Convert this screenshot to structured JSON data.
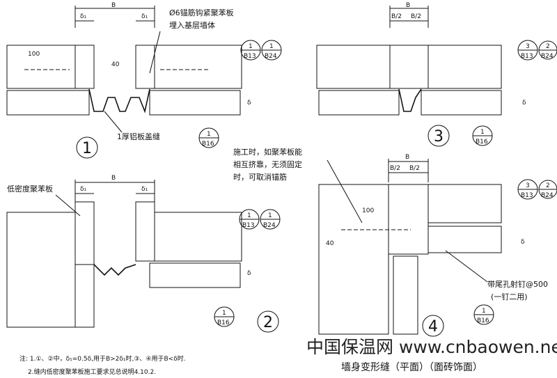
{
  "dimensions": {
    "B": "B",
    "delta1": "δ₁",
    "half_B": "B/2",
    "delta": "δ",
    "d100": "100",
    "d40": "40"
  },
  "detail1": {
    "number": "1",
    "anchor_note_1": "Ø6锚筋钩紧聚苯板",
    "anchor_note_2": "埋入基层墙体",
    "cover_note": "1厚铝板盖缝",
    "refs": [
      {
        "top": "1",
        "bottom": "B13"
      },
      {
        "top": "1",
        "bottom": "B24"
      },
      {
        "top": "1",
        "bottom": "B16"
      }
    ]
  },
  "detail2": {
    "number": "2",
    "board_note": "低密度聚苯板",
    "refs": [
      {
        "top": "1",
        "bottom": "B13"
      },
      {
        "top": "1",
        "bottom": "B24"
      },
      {
        "top": "1",
        "bottom": "B16"
      }
    ]
  },
  "detail3": {
    "number": "3",
    "refs": [
      {
        "top": "3",
        "bottom": "B13"
      },
      {
        "top": "2",
        "bottom": "B24"
      },
      {
        "top": "1",
        "bottom": "B16"
      }
    ]
  },
  "detail4": {
    "number": "4",
    "note_1": "施工时，如聚苯板能",
    "note_2": "相互挤靠，无须固定",
    "note_3": "时，可取消锚筋",
    "nail_note": "带尾孔射钉@500",
    "nail_note_2": "(一钉二用)",
    "refs": [
      {
        "top": "3",
        "bottom": "B13"
      },
      {
        "top": "2",
        "bottom": "B24"
      },
      {
        "top": "1",
        "bottom": "B16"
      }
    ]
  },
  "notes": {
    "line1": "注: 1.①、②中，δ₁=0.5δ,用于B>2δ₁时,③、④用于B<δ时.",
    "line2": "2.缝内低密度聚苯板施工要求见总说明4.10.2."
  },
  "watermark": "中国保温网  www.cnbaowen.net",
  "title": "墙身变形缝（平面）（面砖饰面）"
}
